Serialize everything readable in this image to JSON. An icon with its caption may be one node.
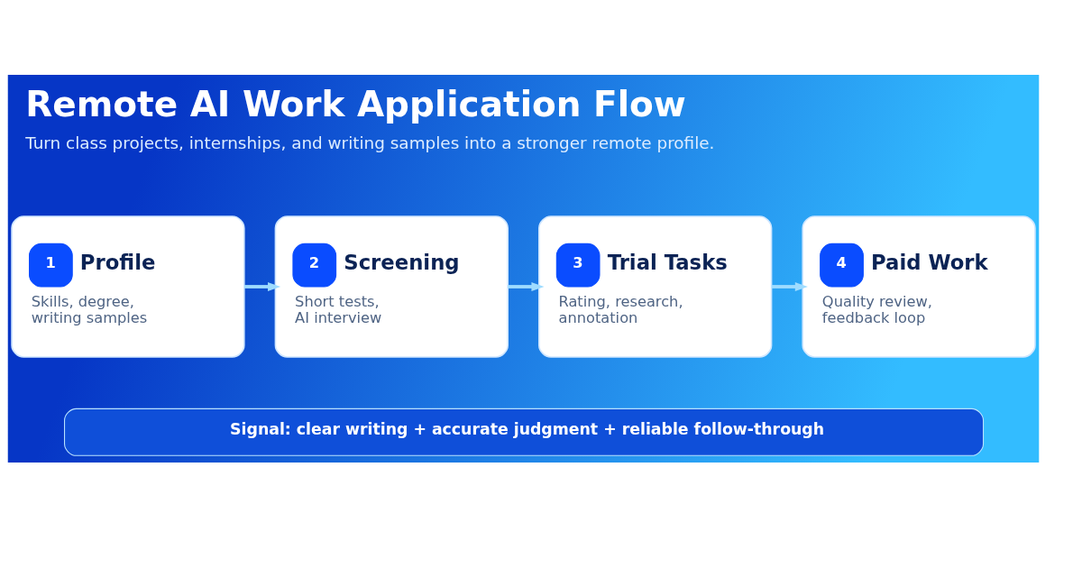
{
  "diagram": {
    "title": "Remote AI Work Application Flow",
    "caption": "Turn class projects, internships, and writing samples into a stronger remote profile.",
    "nodes": [
      {
        "text": [
          "1",
          "Profile",
          "Skills, degree, writing samples"
        ]
      },
      {
        "text": [
          "2",
          "Screening",
          "Short tests, AI interview"
        ]
      },
      {
        "text": [
          "3",
          "Trial Tasks",
          "Rating, research, annotation"
        ]
      },
      {
        "text": [
          "4",
          "Paid Work",
          "Quality review, feedback loop"
        ]
      },
      {
        "text": [
          "Signal: clear writing + accurate judgment + reliable follow-through"
        ]
      }
    ],
    "edges": [
      {
        "from": 0,
        "to": 1,
        "arrow": "to"
      },
      {
        "from": 1,
        "to": 2,
        "arrow": "to"
      },
      {
        "from": 2,
        "to": 3,
        "arrow": "to"
      }
    ]
  }
}
